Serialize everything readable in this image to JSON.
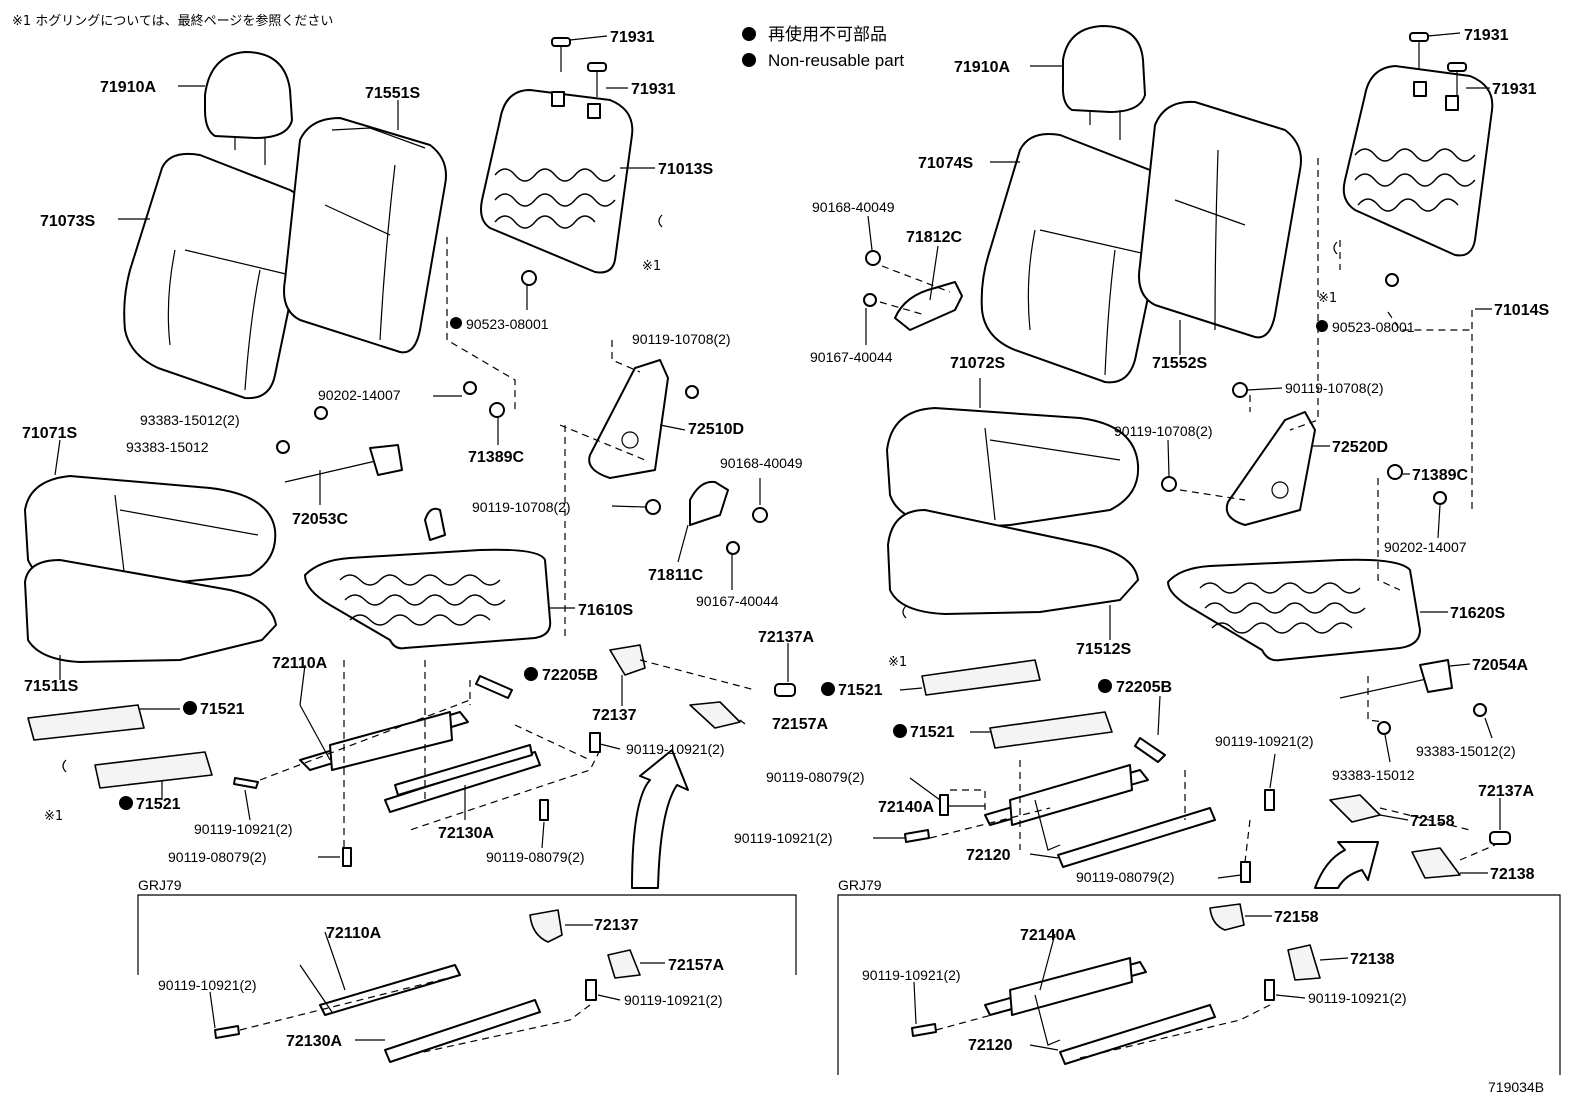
{
  "header_note": "※1  ホグリングについては、最終ページを参照ください",
  "legend": [
    {
      "symbol": "●",
      "text": "再使用不可部品"
    },
    {
      "symbol": "●",
      "text": "Non-reusable part"
    }
  ],
  "figure_code": "719034B",
  "section_labels": [
    "GRJ79",
    "GRJ79"
  ],
  "hog_ring_mark": "※1",
  "parts": {
    "p71910A_l": "71910A",
    "p71551S": "71551S",
    "p71073S": "71073S",
    "p71931_l1": "71931",
    "p71931_l2": "71931",
    "p71013S": "71013S",
    "p90523_l": "90523-08001",
    "p90119_10708_l1": "90119-10708(2)",
    "p90202_l": "90202-14007",
    "p93383_15012_2_l": "93383-15012(2)",
    "p93383_15012_l": "93383-15012",
    "p71389C_l": "71389C",
    "p72510D": "72510D",
    "p90168_l": "90168-40049",
    "p90119_10708_l2": "90119-10708(2)",
    "p72053C": "72053C",
    "p71071S": "71071S",
    "p71811C": "71811C",
    "p90167_l": "90167-40044",
    "p71610S": "71610S",
    "p72137A_l": "72137A",
    "p72205B_l": "72205B",
    "p72110A": "72110A",
    "p72137": "72137",
    "p71511S": "71511S",
    "p71521_l1": "71521",
    "p72157A": "72157A",
    "p90119_10921_l1": "90119-10921(2)",
    "p71521_l2": "71521",
    "p90119_10921_l2": "90119-10921(2)",
    "p72130A": "72130A",
    "p90119_08079_l1": "90119-08079(2)",
    "p90119_08079_l2": "90119-08079(2)",
    "g1_72110A": "72110A",
    "g1_72137": "72137",
    "g1_72157A": "72157A",
    "g1_90119_a": "90119-10921(2)",
    "g1_90119_b": "90119-10921(2)",
    "g1_72130A": "72130A",
    "p71910A_r": "71910A",
    "p71931_r1": "71931",
    "p71931_r2": "71931",
    "p71074S": "71074S",
    "p90168_r": "90168-40049",
    "p71812C": "71812C",
    "p71014S": "71014S",
    "p90167_r": "90167-40044",
    "p90523_r": "90523-08001",
    "p71072S": "71072S",
    "p71552S": "71552S",
    "p90119_10708_r1": "90119-10708(2)",
    "p90119_10708_r2": "90119-10708(2)",
    "p72520D": "72520D",
    "p71389C_r": "71389C",
    "p90202_r": "90202-14007",
    "p71620S": "71620S",
    "p71512S": "71512S",
    "p72054A": "72054A",
    "p71521_r1": "71521",
    "p72205B_r": "72205B",
    "p71521_r2": "71521",
    "p90119_10921_r1": "90119-10921(2)",
    "p93383_15012_2_r": "93383-15012(2)",
    "p90119_08079_r1": "90119-08079(2)",
    "p93383_15012_r": "93383-15012",
    "p72140A": "72140A",
    "p72137A_r": "72137A",
    "p90119_10921_r2": "90119-10921(2)",
    "p72158": "72158",
    "p72120": "72120",
    "p72138": "72138",
    "p90119_08079_r2": "90119-08079(2)",
    "g2_72158": "72158",
    "g2_72140A": "72140A",
    "g2_72138": "72138",
    "g2_90119_a": "90119-10921(2)",
    "g2_90119_b": "90119-10921(2)",
    "g2_72120": "72120"
  }
}
